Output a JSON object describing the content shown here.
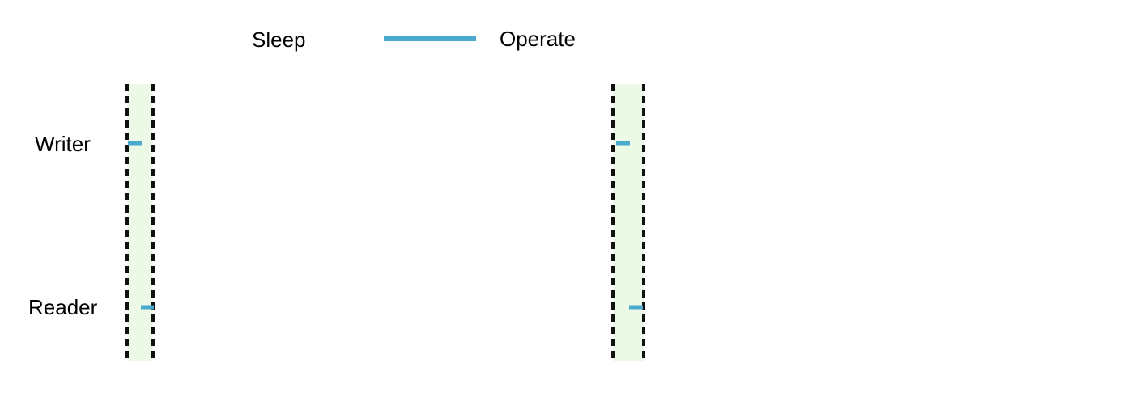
{
  "legend": {
    "sleep": {
      "label": "Sleep",
      "color": "#dd3a2a"
    },
    "operate": {
      "label": "Operate",
      "color": "#4aa9cf"
    }
  },
  "rows": [
    {
      "name": "writer",
      "label": "Writer"
    },
    {
      "name": "reader",
      "label": "Reader"
    }
  ],
  "window_color": "#ecf9e6",
  "boundary_style": "dashed-black"
}
